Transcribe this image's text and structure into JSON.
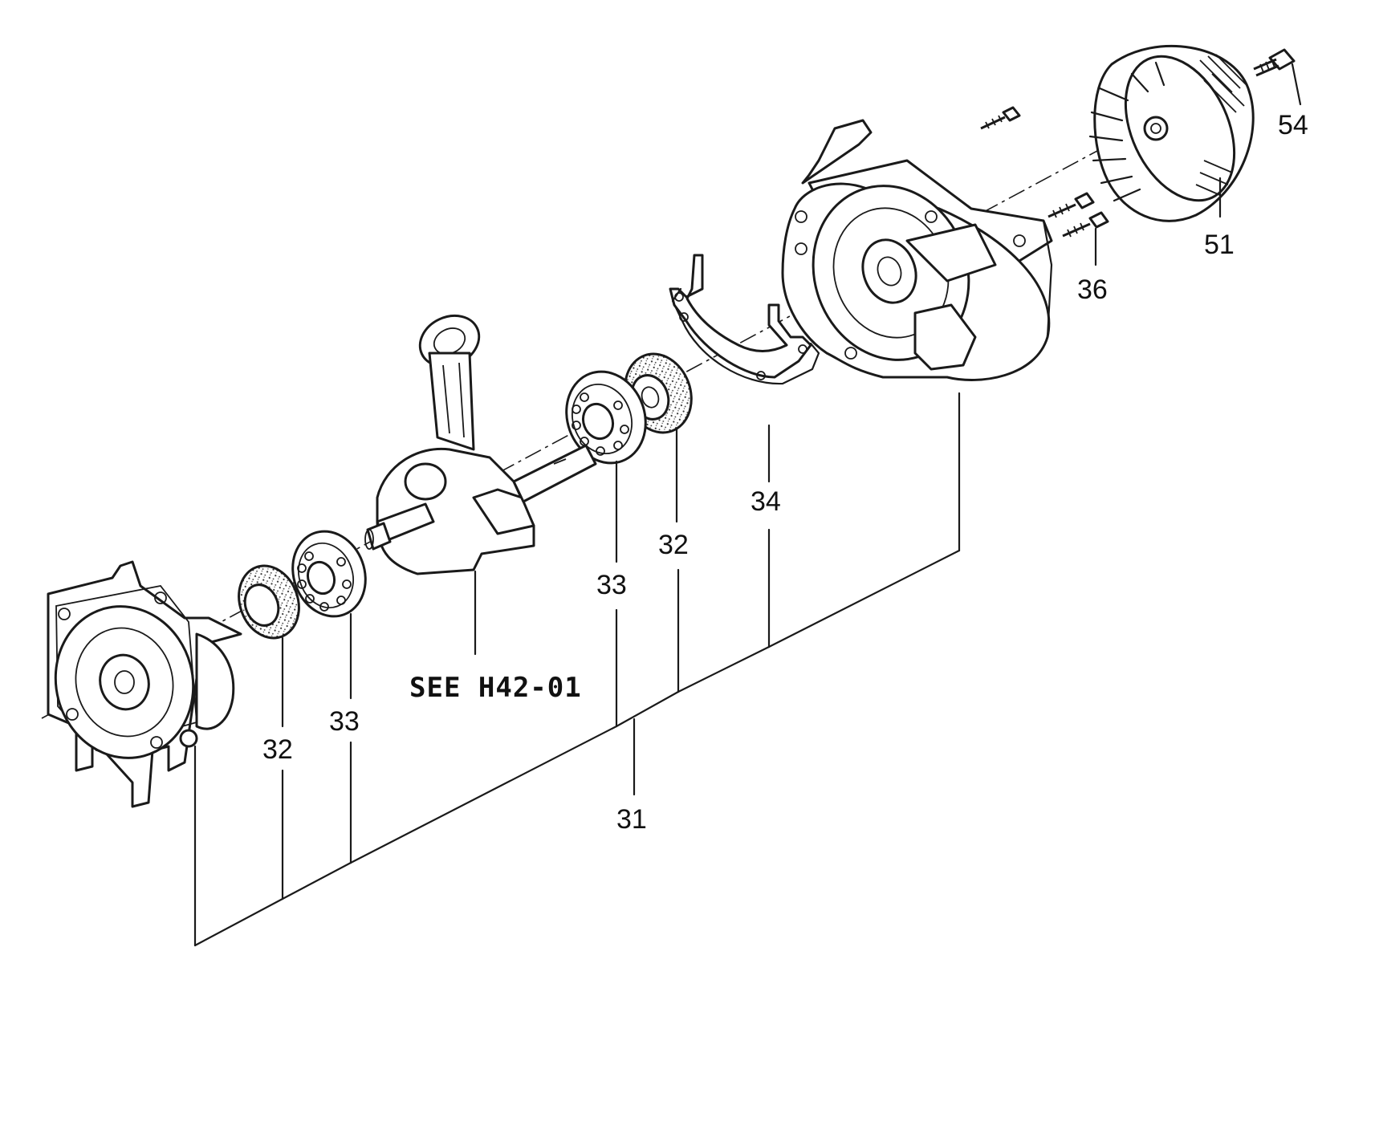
{
  "diagram": {
    "reference_note": "SEE H42-01",
    "callouts": [
      {
        "id": "c54",
        "label": "54"
      },
      {
        "id": "c51",
        "label": "51"
      },
      {
        "id": "c36",
        "label": "36"
      },
      {
        "id": "c34",
        "label": "34"
      },
      {
        "id": "c32a",
        "label": "32"
      },
      {
        "id": "c33a",
        "label": "33"
      },
      {
        "id": "c33b",
        "label": "33"
      },
      {
        "id": "c32b",
        "label": "32"
      },
      {
        "id": "c31",
        "label": "31"
      }
    ]
  }
}
